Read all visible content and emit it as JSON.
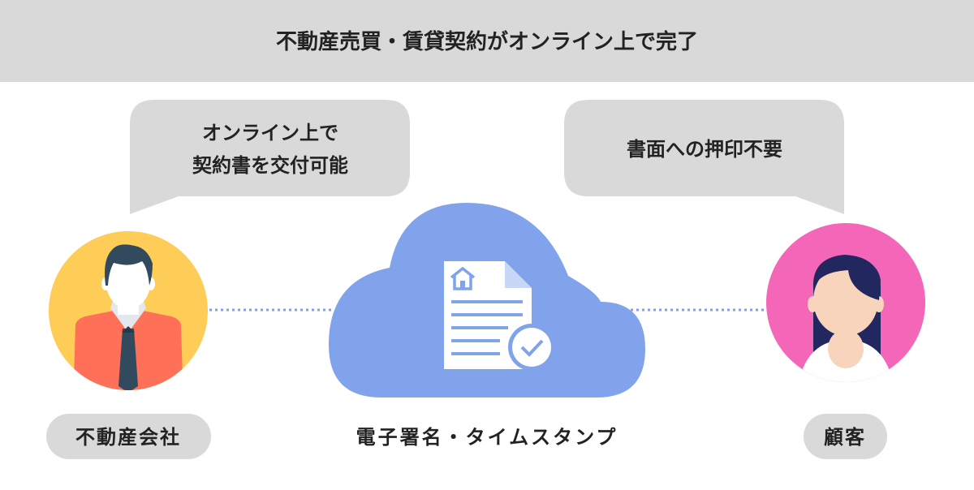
{
  "header": {
    "title": "不動産売買・賃貸契約がオンライン上で完了"
  },
  "bubbles": {
    "left": {
      "lines": [
        "オンライン上で",
        "契約書を交付可能"
      ]
    },
    "right": {
      "lines": [
        "書面への押印不要"
      ]
    }
  },
  "labels": {
    "agent": "不動産会社",
    "center": "電子署名・タイムスタンプ",
    "customer": "顧客"
  },
  "colors": {
    "header_bg": "#d9d9d9",
    "bubble_bg": "#d9d9d9",
    "cloud": "#80a3ec",
    "agent_circle": "#fdcd57",
    "customer_circle": "#f467b8",
    "connector": "#7fa0e8"
  }
}
